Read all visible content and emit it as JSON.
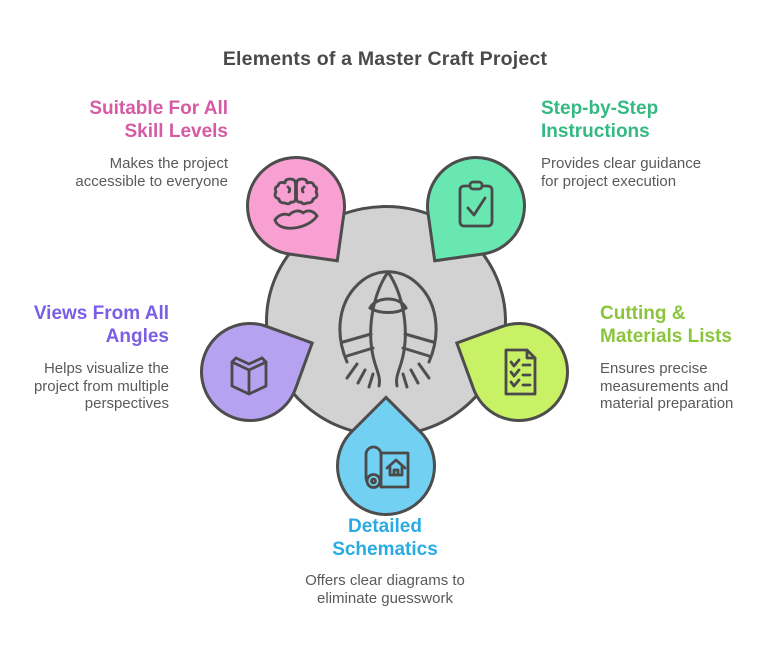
{
  "title": "Elements of a Master Craft Project",
  "colors": {
    "background": "#ffffff",
    "title_text": "#4a4a4a",
    "body_text": "#5a5a5a",
    "outline": "#4d4d4d",
    "center_circle_fill": "#d2d2d2"
  },
  "center": {
    "illustration": "rocket-line-sketch"
  },
  "petals": [
    {
      "id": "skill-levels",
      "position": "top-left",
      "heading": "Suitable For All\nSkill Levels",
      "description": "Makes the project\naccessible to everyone",
      "heading_color": "#d45ba4",
      "fill": "#f9a0d2",
      "icon": "brain-in-hand-icon"
    },
    {
      "id": "instructions",
      "position": "top-right",
      "heading": "Step-by-Step\nInstructions",
      "description": "Provides clear guidance\nfor project execution",
      "heading_color": "#35b983",
      "fill": "#69e7b1",
      "icon": "clipboard-check-icon"
    },
    {
      "id": "views",
      "position": "left",
      "heading": "Views From All\nAngles",
      "description": "Helps visualize the\nproject from multiple\nperspectives",
      "heading_color": "#7a5fe6",
      "fill": "#b7a2f2",
      "icon": "open-book-icon"
    },
    {
      "id": "materials",
      "position": "right",
      "heading": "Cutting &\nMaterials Lists",
      "description": "Ensures precise\nmeasurements and\nmaterial preparation",
      "heading_color": "#8bc53e",
      "fill": "#c9f166",
      "icon": "checklist-document-icon"
    },
    {
      "id": "schematics",
      "position": "bottom",
      "heading": "Detailed\nSchematics",
      "description": "Offers clear diagrams to\neliminate guesswork",
      "heading_color": "#2aabe2",
      "fill": "#72d1f3",
      "icon": "blueprint-icon"
    }
  ]
}
